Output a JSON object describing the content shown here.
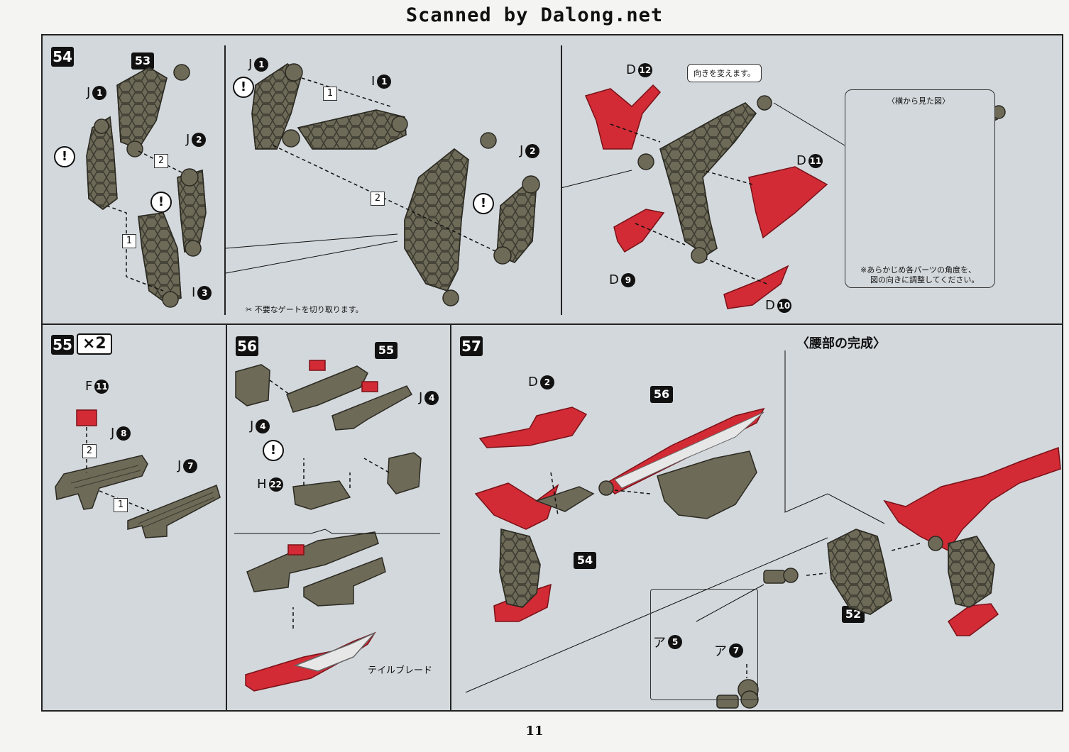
{
  "header": {
    "scan_credit": "Scanned by Dalong.net"
  },
  "page_number": "11",
  "colors": {
    "gray_part": "#6e6a58",
    "red_part": "#d22b35",
    "panel_bg": "#d3d8dc",
    "ink": "#111111"
  },
  "step54": {
    "step": "54",
    "badge_53": "53",
    "labels": {
      "j1a": "J",
      "j1a_n": "1",
      "j2a": "J",
      "j2a_n": "2",
      "i3": "I",
      "i3_n": "3",
      "j1b": "J",
      "j1b_n": "1",
      "i1": "I",
      "i1_n": "1",
      "j2b": "J",
      "j2b_n": "2",
      "d12": "D",
      "d12_n": "12",
      "d11": "D",
      "d11_n": "11",
      "d9": "D",
      "d9_n": "9",
      "d10": "D",
      "d10_n": "10"
    },
    "order": {
      "a2": "2",
      "a1": "1",
      "b1": "1",
      "b2": "2"
    },
    "gate_note": "不要なゲートを切り取ります。",
    "balloon": "向きを変えます。",
    "side_view_title": "〈横から見た図〉",
    "side_view_note_1": "※あらかじめ各パーツの角度を、",
    "side_view_note_2": "図の向きに調整してください。"
  },
  "step55": {
    "step": "55",
    "multiplier": "×2",
    "labels": {
      "f11": "F",
      "f11_n": "11",
      "j8": "J",
      "j8_n": "8",
      "j7": "J",
      "j7_n": "7"
    },
    "order": {
      "a2": "2",
      "a1": "1"
    }
  },
  "step56": {
    "step": "56",
    "badge_55": "55",
    "labels": {
      "j4a": "J",
      "j4a_n": "4",
      "j4b": "J",
      "j4b_n": "4",
      "h22": "H",
      "h22_n": "22"
    },
    "tail_blade": "テイルブレード"
  },
  "step57": {
    "step": "57",
    "title": "〈腰部の完成〉",
    "badge_56": "56",
    "badge_54": "54",
    "badge_52": "52",
    "labels": {
      "d2": "D",
      "d2_n": "2",
      "a5": "ア",
      "a5_n": "5",
      "a7": "ア",
      "a7_n": "7"
    }
  }
}
